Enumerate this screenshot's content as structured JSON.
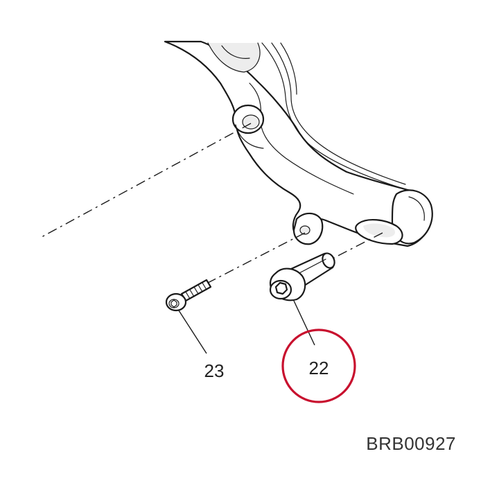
{
  "callouts": {
    "part_23": "23",
    "part_22": "22"
  },
  "reference_code": "BRB00927",
  "highlight_color": "#c8102e",
  "icons": [
    "bolt-icon",
    "screw-icon"
  ]
}
